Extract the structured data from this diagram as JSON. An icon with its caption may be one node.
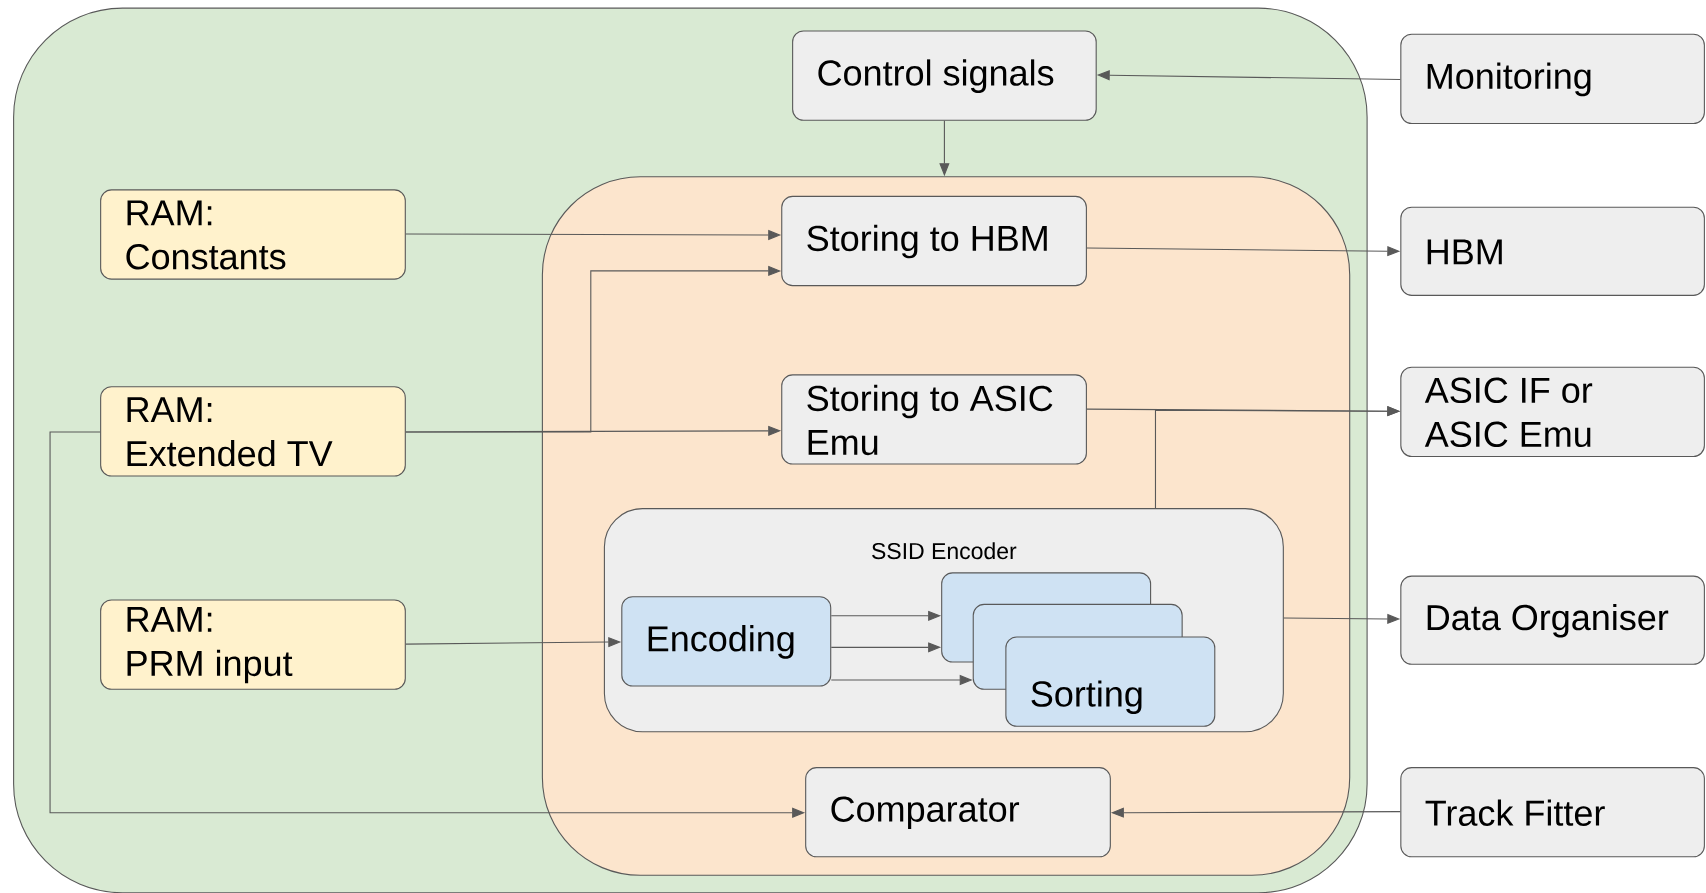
{
  "diagram": {
    "nodes": [
      {
        "text": [],
        "shape": "box"
      },
      {
        "text": [
          "Control signals"
        ],
        "in": 0
      },
      {
        "text": [
          "Monitoring"
        ]
      },
      {
        "text": [
          "RAM: Constants"
        ],
        "in": 0
      },
      {
        "text": [],
        "shape": "box",
        "in": 0
      },
      {
        "text": [
          "Storing to HBM"
        ],
        "in": 4
      },
      {
        "text": [
          "HBM"
        ]
      },
      {
        "text": [
          "RAM: Extended TV"
        ],
        "in": 0
      },
      {
        "text": [
          "Storing to ASIC Emu"
        ],
        "in": 4
      },
      {
        "text": [
          "ASIC IF or ASIC Emu"
        ]
      },
      {
        "text": [
          "SSID Encoder"
        ],
        "in": 4
      },
      {
        "text": [
          "Encoding"
        ],
        "in": 10
      },
      {
        "text": [],
        "shape": "box",
        "in": 10
      },
      {
        "text": [],
        "shape": "box",
        "in": 10
      },
      {
        "text": [
          "Sorting"
        ],
        "in": 10
      },
      {
        "text": [
          "Data Organiser"
        ]
      },
      {
        "text": [
          "RAM: PRM input"
        ],
        "in": 0
      },
      {
        "text": [
          "Comparator"
        ],
        "in": 4
      },
      {
        "text": [
          "Track Fitter"
        ]
      }
    ],
    "edges": [
      {
        "from": 2,
        "to": 1,
        "arrow": "to"
      },
      {
        "from": 1,
        "to": 4,
        "arrow": "to"
      },
      {
        "from": 3,
        "to": 5,
        "arrow": "to"
      },
      {
        "from": 7,
        "to": 5,
        "arrow": "to"
      },
      {
        "from": 7,
        "to": 8,
        "arrow": "to"
      },
      {
        "from": 5,
        "to": 6,
        "arrow": "to"
      },
      {
        "from": 8,
        "to": 9,
        "arrow": "to"
      },
      {
        "from": 10,
        "to": 9,
        "arrow": "to"
      },
      {
        "from": 16,
        "to": 11,
        "arrow": "to"
      },
      {
        "from": 11,
        "to": 12,
        "arrow": "to"
      },
      {
        "from": 11,
        "to": 12,
        "arrow": "to"
      },
      {
        "from": 11,
        "to": 13,
        "arrow": "to"
      },
      {
        "from": 10,
        "to": 15,
        "arrow": "to"
      },
      {
        "from": 7,
        "to": 17,
        "arrow": "to"
      },
      {
        "from": 18,
        "to": 17,
        "arrow": "to"
      }
    ]
  }
}
